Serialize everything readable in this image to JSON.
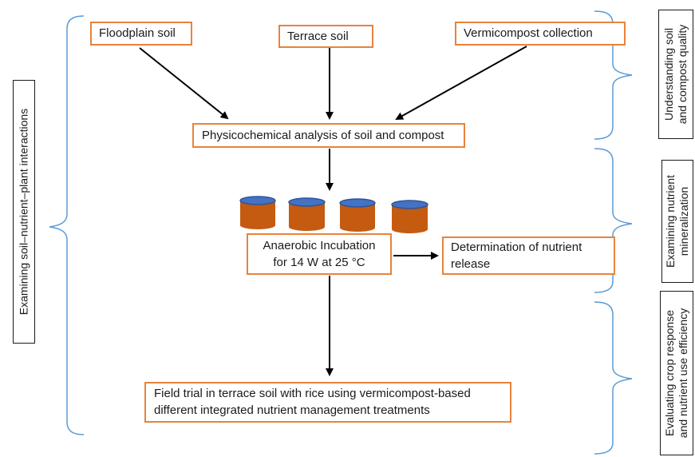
{
  "boxes": {
    "floodplain": "Floodplain soil",
    "terrace": "Terrace soil",
    "vermicompost": "Vermicompost collection",
    "physicochemical": "Physicochemical analysis of soil and compost",
    "incubation_line1": "Anaerobic Incubation",
    "incubation_line2": "for 14 W at 25 °C",
    "nutrient_line1": "Determination of nutrient",
    "nutrient_line2": "release",
    "field_line1": "Field trial in terrace soil with rice using vermicompost-based",
    "field_line2": "different integrated nutrient management treatments"
  },
  "side_labels": {
    "left": "Examining soil–nutrient–plant interactions",
    "right1_line1": "Understanding soil",
    "right1_line2": "and compost quality",
    "right2_line1": "Examining nutrient",
    "right2_line2": "mineralization",
    "right3_line1": "Evaluating crop response",
    "right3_line2": "and nutrient use efficiency"
  },
  "colors": {
    "box_border": "#e8833a",
    "brace": "#5b9bd5",
    "cylinder_body": "#c55a11",
    "cylinder_top": "#4472c4",
    "arrow": "#000000"
  }
}
